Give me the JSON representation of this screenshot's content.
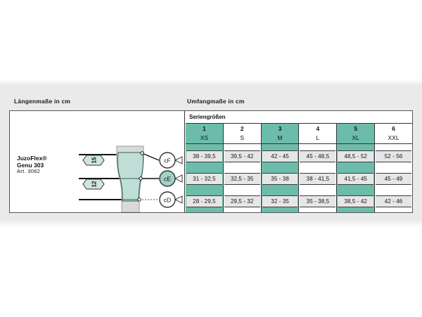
{
  "sections": {
    "lengths_caption": "Längenmaße in cm",
    "circumference_caption": "Umfangmaße in cm",
    "series_sizes_label": "Seriengrößen"
  },
  "product": {
    "brand": "JuzoFlex®",
    "model": "Genu 303",
    "article": "Art.  3062"
  },
  "illustration": {
    "length_markers": [
      {
        "label": "15",
        "name": "length-marker-upper"
      },
      {
        "label": "12",
        "name": "length-marker-lower"
      }
    ],
    "measure_points": [
      {
        "label": "cF",
        "highlighted": false
      },
      {
        "label": "cE",
        "highlighted": true
      },
      {
        "label": "cD",
        "highlighted": false
      }
    ]
  },
  "colors": {
    "teal": "#6cbcab",
    "teal_light": "#b9ddd4",
    "value_box": "#e6e6e6",
    "band": "#eaeaea",
    "border": "#333333"
  },
  "chart_data": {
    "type": "table",
    "title": "JuzoFlex® Genu 303 — Umfangmaße in cm",
    "columns": [
      {
        "number": "1",
        "code": "XS",
        "highlighted": true
      },
      {
        "number": "2",
        "code": "S",
        "highlighted": false
      },
      {
        "number": "3",
        "code": "M",
        "highlighted": true
      },
      {
        "number": "4",
        "code": "L",
        "highlighted": false
      },
      {
        "number": "5",
        "code": "XL",
        "highlighted": true
      },
      {
        "number": "6",
        "code": "XXL",
        "highlighted": false
      }
    ],
    "rows": [
      {
        "measure": "cF",
        "values": [
          "38 - 39,5",
          "39,5 - 42",
          "42  -  45",
          "45 - 48,5",
          "48,5 - 52",
          "52  -  56"
        ]
      },
      {
        "measure": "cE",
        "values": [
          "31 - 32,5",
          "32,5 - 35",
          "35  -  38",
          "38 - 41,5",
          "41,5 - 45",
          "45  -  49"
        ]
      },
      {
        "measure": "cD",
        "values": [
          "28 - 29,5",
          "29,5 - 32",
          "32  -  35",
          "35 - 38,5",
          "38,5 - 42",
          "42  -  46"
        ]
      }
    ]
  }
}
